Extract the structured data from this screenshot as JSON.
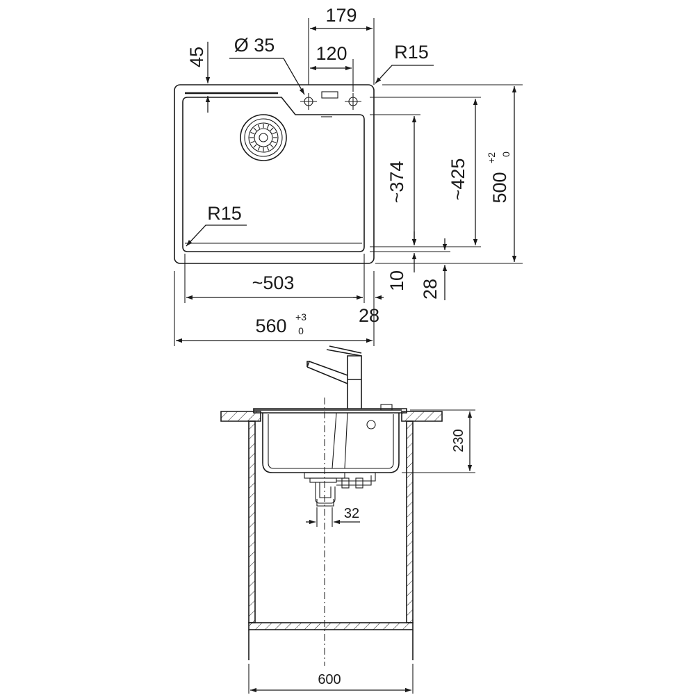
{
  "top_view": {
    "dimensions": {
      "d179": "179",
      "d45": "45",
      "dia35": "Ø 35",
      "d120": "120",
      "r15_top": "R15",
      "r15_bottom": "R15",
      "d374": "~374",
      "d425": "~425",
      "d500": "500",
      "d500_tol_upper": "+2",
      "d500_tol_lower": "0",
      "d503": "~503",
      "d10": "10",
      "d28_right": "28",
      "d28_bottom": "28",
      "d560": "560",
      "d560_tol_upper": "+3",
      "d560_tol_lower": "0"
    }
  },
  "side_view": {
    "dimensions": {
      "d230": "230",
      "d32": "32",
      "d600": "600"
    }
  },
  "icons": [
    "tap-hole-marker-icon",
    "strainer-waste-icon",
    "faucet-icon",
    "overflow-icon"
  ]
}
